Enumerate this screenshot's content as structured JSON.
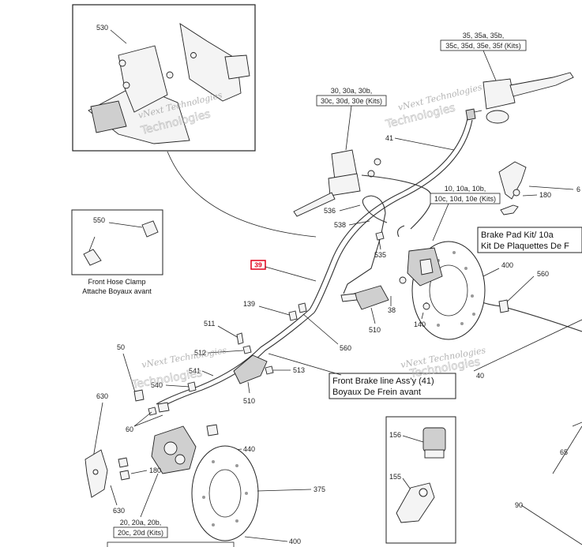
{
  "labels": {
    "l530": "530",
    "l35": "35, 35a, 35b,",
    "l35b": "35c, 35d, 35e, 35f (Kits)",
    "l30": "30, 30a, 30b,",
    "l30b": "30c, 30d, 30e (Kits)",
    "l41": "41",
    "l6": "6",
    "l180a": "180",
    "l10": "10, 10a, 10b,",
    "l10b": "10c, 10d, 10e (Kits)",
    "l536": "536",
    "l538": "538",
    "l550": "550",
    "l535": "535",
    "l400a": "400",
    "l560a": "560",
    "l39": "39",
    "l139": "139",
    "l38": "38",
    "l510a": "510",
    "l140": "140",
    "l511": "511",
    "l560b": "560",
    "l512": "512",
    "l50": "50",
    "l540": "540",
    "l513": "513",
    "l541": "541",
    "l510b": "510",
    "l40": "40",
    "l630a": "630",
    "l60": "60",
    "l156": "156",
    "l440": "440",
    "l180b": "180",
    "l155": "155",
    "l375": "375",
    "l630b": "630",
    "l65": "65",
    "l90": "90",
    "l20": "20, 20a, 20b,",
    "l20b": "20c, 20d (Kits)",
    "l400b": "400"
  },
  "callouts": {
    "hose_clamp_en": "Front Hose Clamp",
    "hose_clamp_fr": "Attache Boyaux avant",
    "brake_pad_en": "Brake Pad Kit/ 10a",
    "brake_pad_fr": "Kit De Plaquettes De F",
    "brake_line_en": "Front Brake line Ass'y (41)",
    "brake_line_fr": "Boyaux De Frein avant"
  },
  "watermark": {
    "line1": "vNext Technologies",
    "line2": "Technologies"
  },
  "colors": {
    "highlight_box": "#e0001a",
    "ink": "#222222"
  }
}
